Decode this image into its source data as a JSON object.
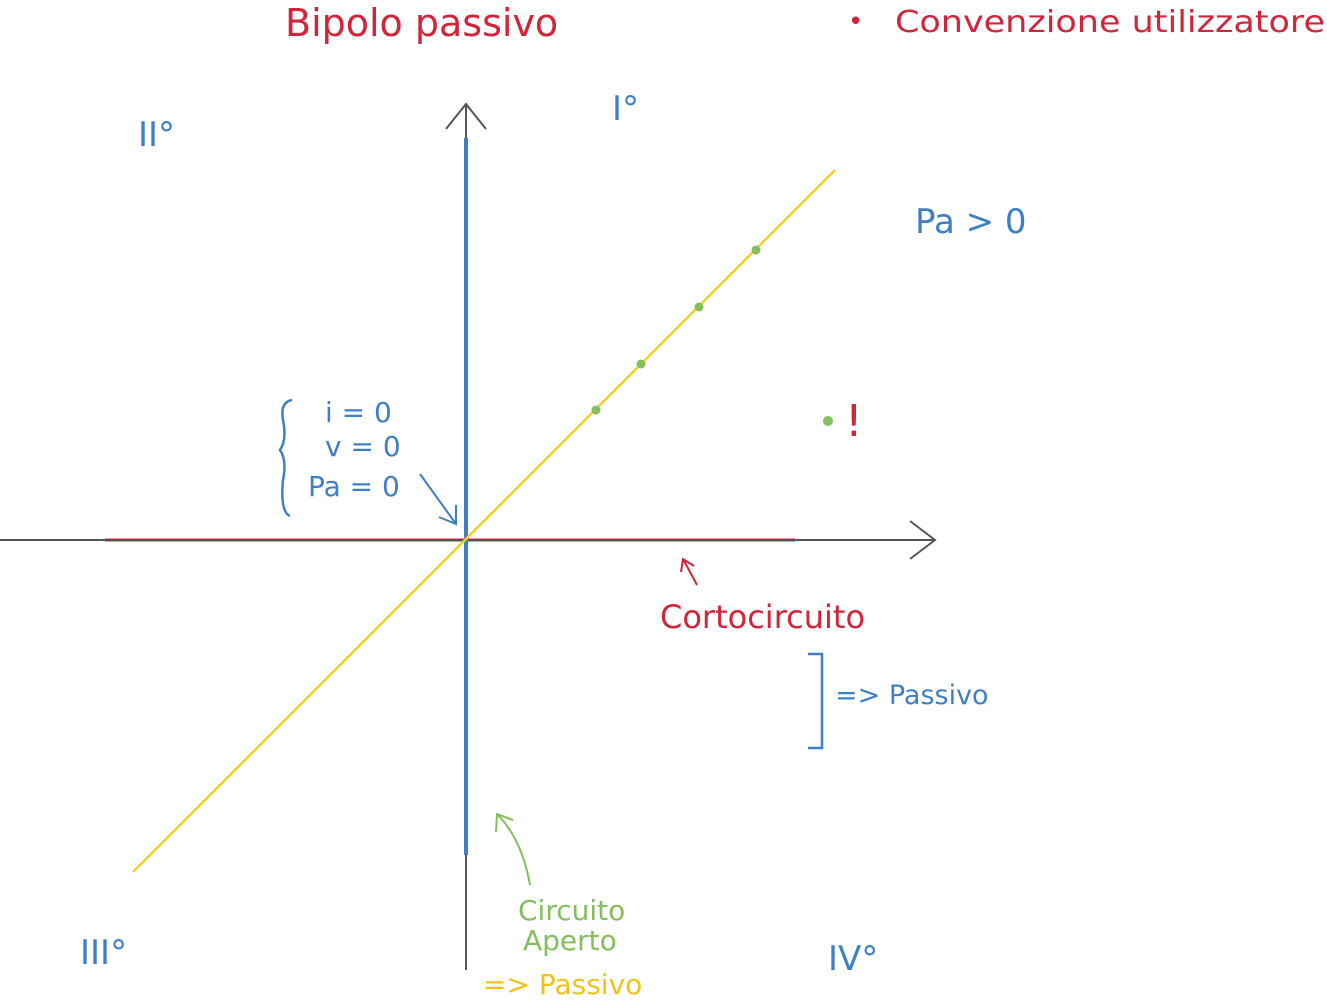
{
  "title": "Bipolo passivo",
  "convention": {
    "bullet": "•",
    "label": "Convenzione utilizzatore"
  },
  "quadrants": {
    "first": "I°",
    "second": "II°",
    "third": "III°",
    "fourth": "IV°"
  },
  "power_label": "Pa > 0",
  "origin_conditions": [
    "i = 0",
    "v = 0",
    "Pa = 0"
  ],
  "exclamation": "!",
  "short_circuit": {
    "label": "Cortocircuito",
    "arrow_color": "#d0253a"
  },
  "bracket_note": "=> Passivo",
  "open_circuit": {
    "label_line1": "Circuito",
    "label_line2": "Aperto"
  },
  "open_circuit_note": "=> Passivo",
  "colors": {
    "axes": "#555555",
    "short_circuit": "#d0253a",
    "open_circuit": "#3f7fc6",
    "resistor_line": "#f2d02a",
    "points": "#84bf5c",
    "text_red": "#d0253a",
    "text_blue": "#3f7fc6",
    "text_green": "#84bf5c",
    "text_gold": "#f2c21a"
  }
}
